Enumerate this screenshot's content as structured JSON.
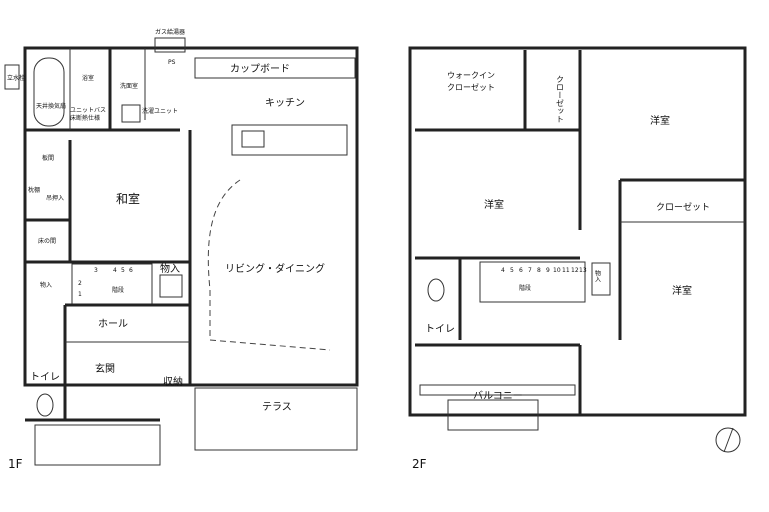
{
  "floor1": {
    "label": "1F",
    "rooms": {
      "gas_heater": "ガス給湯器",
      "outdoor_tap": "立水栓",
      "bath_fan": "天井換気扇",
      "bath": "浴室",
      "unit_bath": "ユニットバス",
      "floor_insulation": "床断熱仕様",
      "washroom": "洗面室",
      "laundry_unit": "洗濯ユニット",
      "ps": "PS",
      "cupboard": "カップボード",
      "kitchen": "キッチン",
      "board_room": "板間",
      "pillow_shelf": "枕棚",
      "upper_closet": "吊押入",
      "washitsu": "和室",
      "tokonoma": "床の間",
      "shoe_storage": "物入",
      "storage": "物入",
      "stairs": "階段",
      "living": "リビング・ダイニング",
      "hall": "ホール",
      "entrance": "玄関",
      "toilet": "トイレ",
      "closet": "収納",
      "terrace": "テラス"
    },
    "stair_numbers": [
      "1",
      "2",
      "3",
      "4",
      "5",
      "6"
    ]
  },
  "floor2": {
    "label": "2F",
    "rooms": {
      "walkin": "ウォークイン",
      "walkin2": "クローゼット",
      "closet_vertical": "クローゼット",
      "bedroom_ne": "洋室",
      "bedroom_w": "洋室",
      "closet": "クローゼット",
      "bedroom_se": "洋室",
      "toilet": "トイレ",
      "stairs": "階段",
      "balcony": "バルコニー",
      "storage": "物入"
    },
    "stair_numbers": [
      "4",
      "5",
      "6",
      "7",
      "8",
      "9",
      "10",
      "11",
      "12",
      "13"
    ]
  }
}
